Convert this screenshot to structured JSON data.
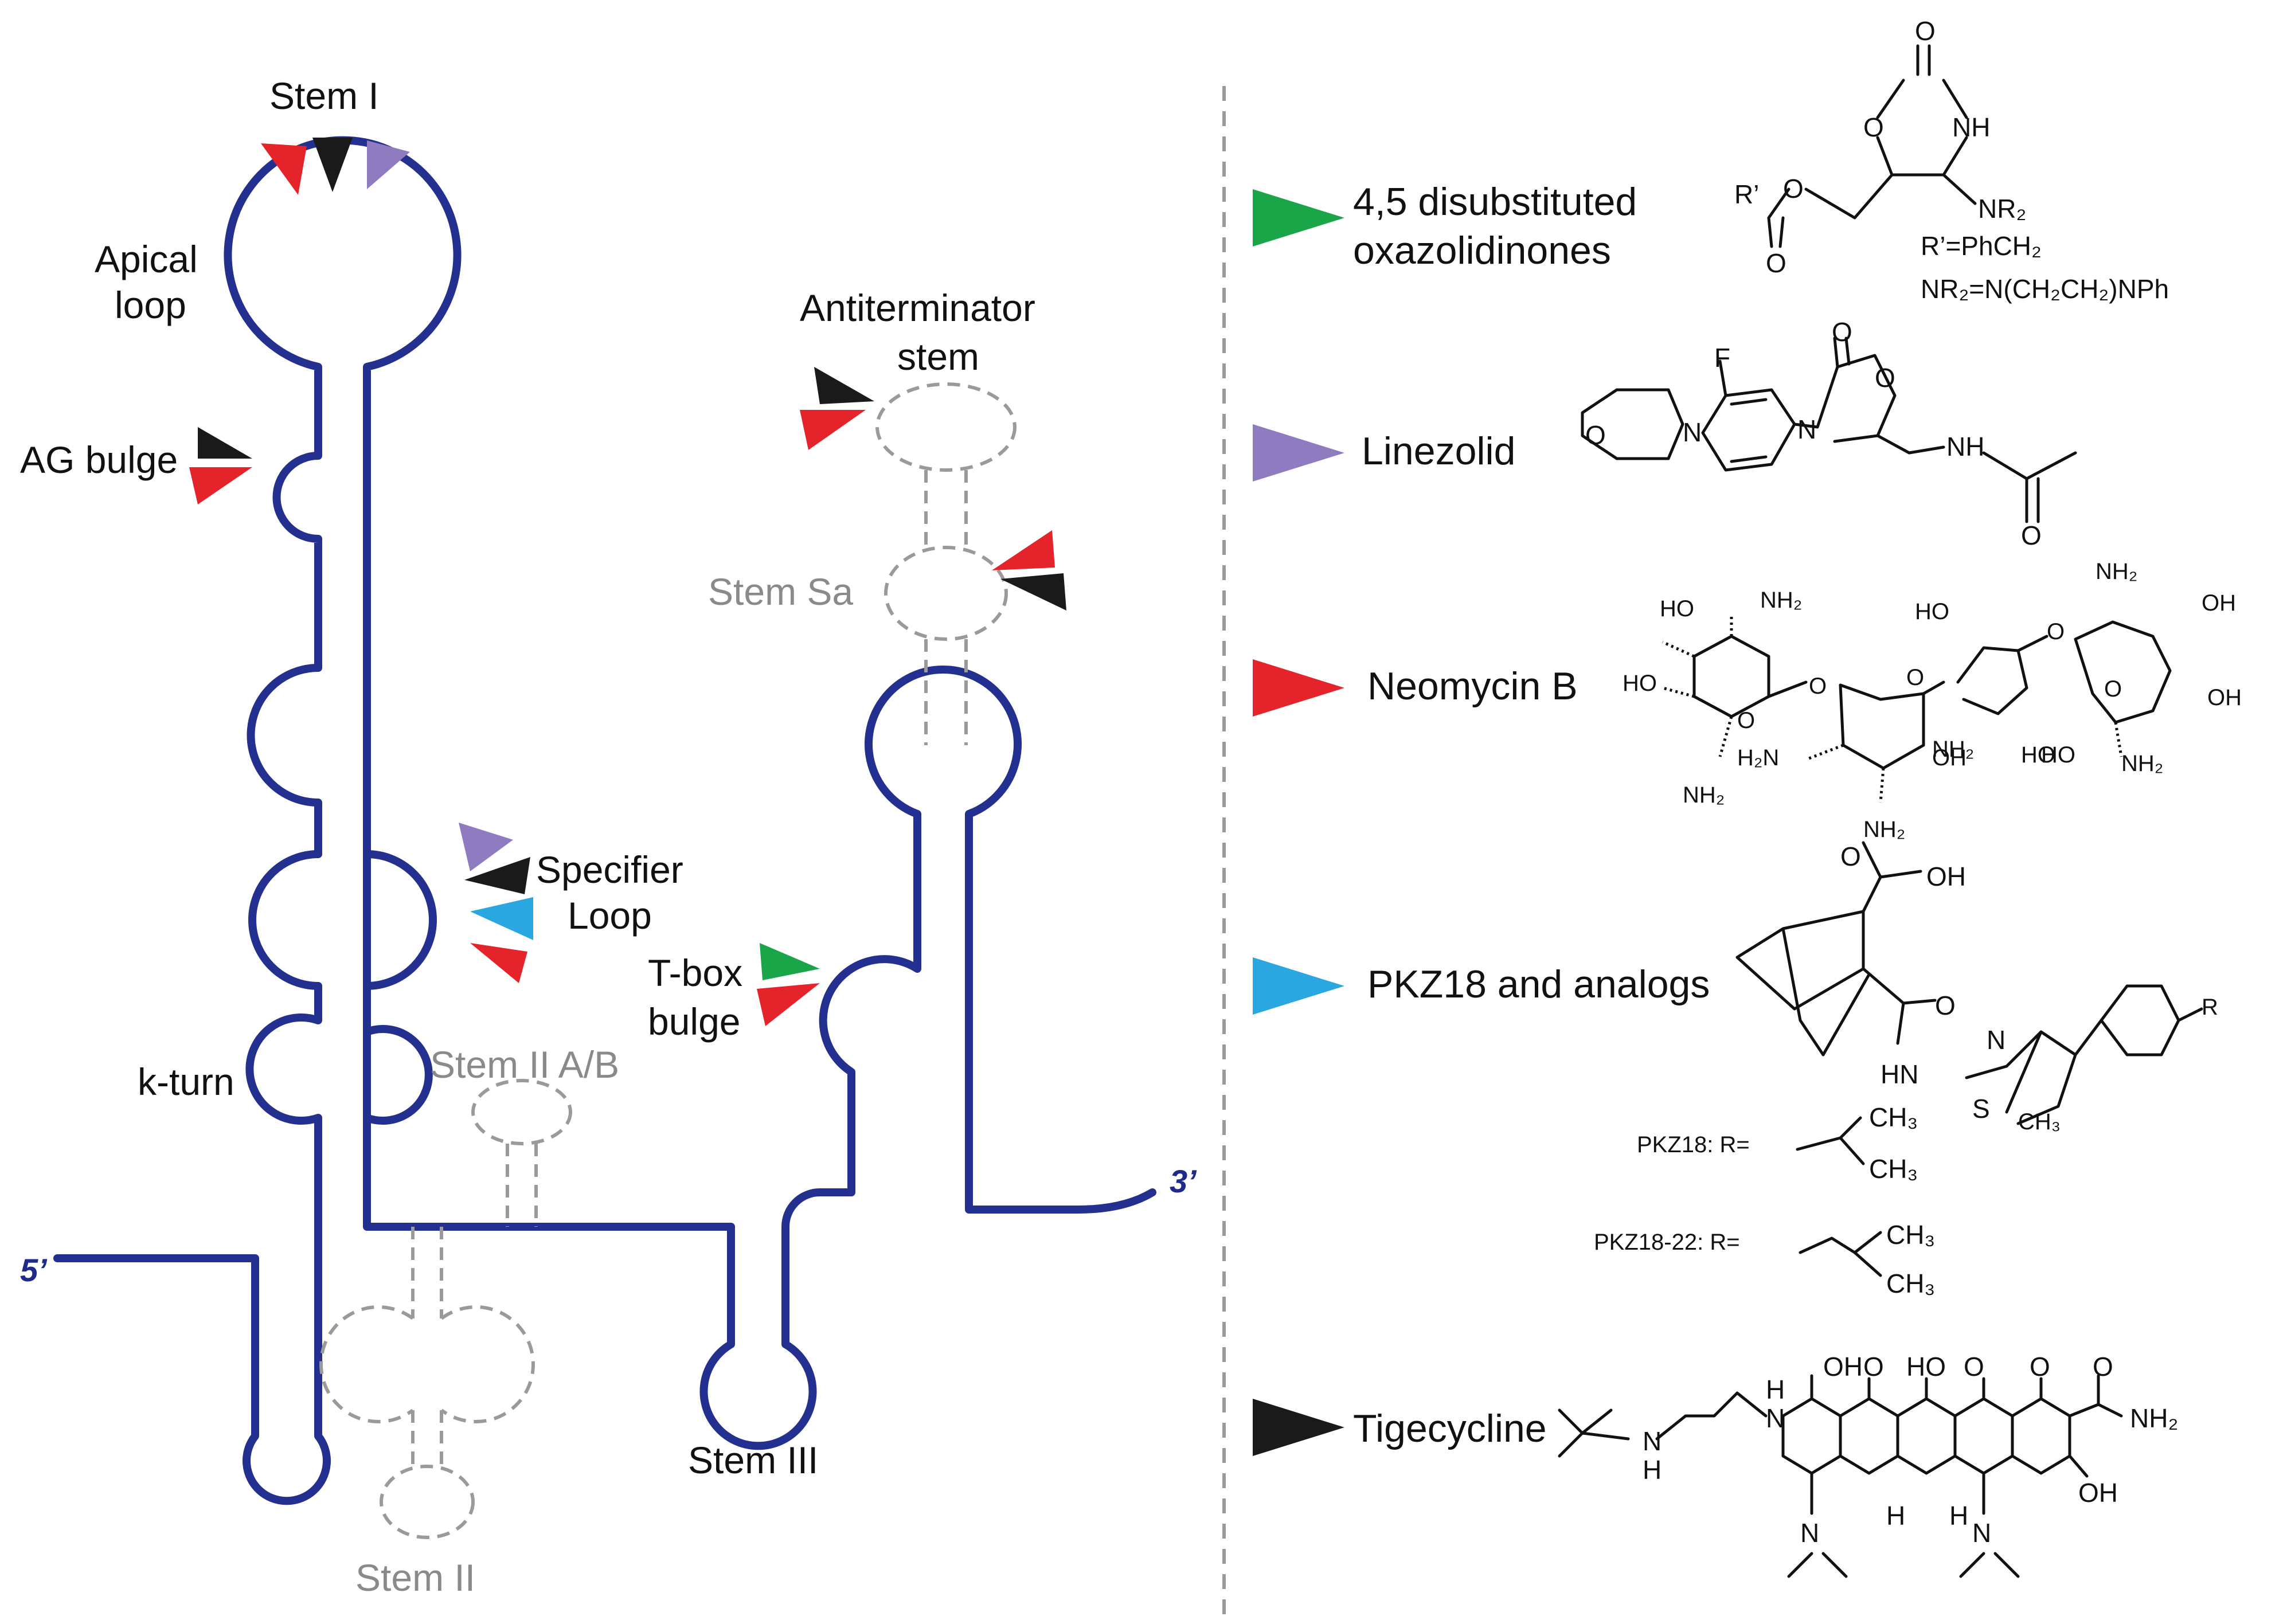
{
  "rna_labels": {
    "stem_i": "Stem I",
    "apical_loop_1": "Apical",
    "apical_loop_2": "loop",
    "ag_bulge": "AG bulge",
    "specifier_loop_1": "Specifier",
    "specifier_loop_2": "Loop",
    "k_turn": "k-turn",
    "stem_ii_ab": "Stem II A/B",
    "stem_ii": "Stem II",
    "stem_iii": "Stem III",
    "antiterminator_1": "Antiterminator",
    "antiterminator_2": "stem",
    "stem_sa": "Stem Sa",
    "tbox_bulge_1": "T-box",
    "tbox_bulge_2": "bulge",
    "five_prime": "5’",
    "three_prime": "3’"
  },
  "legend": [
    {
      "label_1": "4,5 disubstituted",
      "label_2": "oxazolidinones",
      "color": "#1aa548",
      "structure_text": [
        "O",
        "O",
        "NH",
        "O",
        "R’",
        "O",
        "NR₂",
        "R’=PhCH₂",
        "NR₂=N(CH₂CH₂)NPh"
      ]
    },
    {
      "label_1": "Linezolid",
      "color": "#8f7bbf",
      "structure_text": [
        "F",
        "O",
        "N",
        "N",
        "O",
        "O",
        "NH",
        "O"
      ]
    },
    {
      "label_1": "Neomycin B",
      "color": "#e5232b",
      "structure_text": [
        "HO",
        "NH₂",
        "HO",
        "O",
        "O",
        "HO",
        "NH₂",
        "NH₂",
        "H₂N",
        "OH",
        "NH₂",
        "HO",
        "O",
        "O",
        "NH₂",
        "OH",
        "OH",
        "O",
        "HO",
        "NH₂"
      ]
    },
    {
      "label_1": "PKZ18 and analogs",
      "color": "#2aa6e0",
      "structure_text": [
        "O",
        "OH",
        "O",
        "HN",
        "N",
        "S",
        "CH₃",
        "R",
        "PKZ18: R=",
        "CH₃",
        "CH₃",
        "PKZ18-22: R=",
        "CH₃",
        "CH₃"
      ]
    },
    {
      "label_1": "Tigecycline",
      "color": "#1a1a1a",
      "structure_text": [
        "N",
        "H",
        "N",
        "H",
        "OH",
        "O",
        "HO",
        "O",
        "O",
        "O",
        "NH₂",
        "OH",
        "H",
        "H",
        "N",
        "N"
      ]
    }
  ],
  "marker_colors": {
    "red": "#e5232b",
    "black": "#1a1a1a",
    "purple": "#8f7bbf",
    "blue": "#2aa6e0",
    "green": "#1aa548"
  }
}
